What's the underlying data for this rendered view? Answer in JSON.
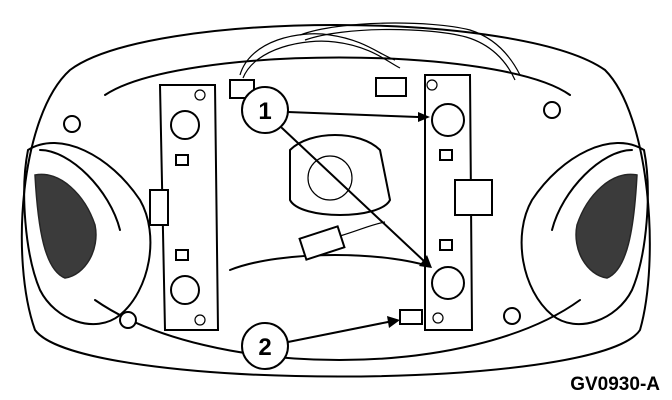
{
  "figure": {
    "id": "GV0930-A",
    "callouts": [
      "1",
      "2"
    ]
  }
}
